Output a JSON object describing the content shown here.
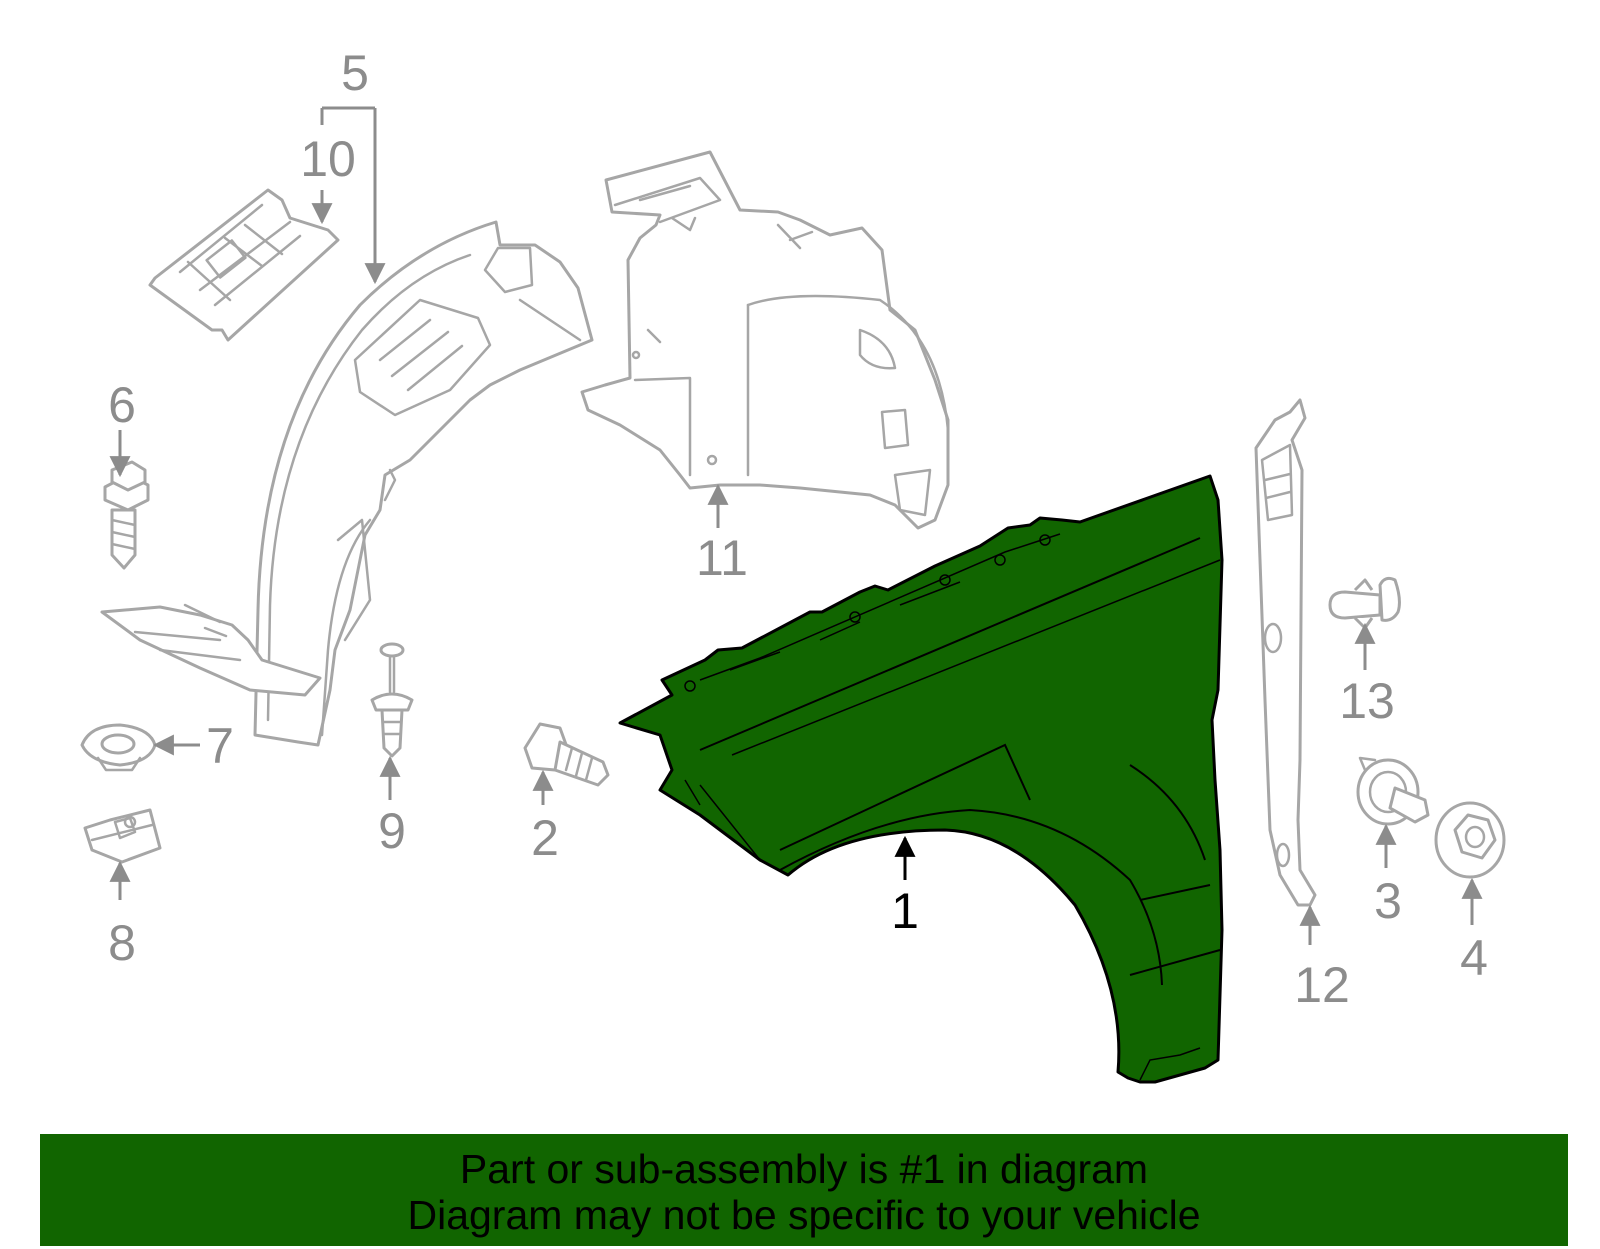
{
  "diagram": {
    "highlight_color": "#116500",
    "part_outline_color": "#a6a6a6",
    "callouts": {
      "c1": "1",
      "c2": "2",
      "c3": "3",
      "c4": "4",
      "c5": "5",
      "c6": "6",
      "c7": "7",
      "c8": "8",
      "c9": "9",
      "c10": "10",
      "c11": "11",
      "c12": "12",
      "c13": "13"
    }
  },
  "banner": {
    "line1": "Part or sub-assembly is #1 in diagram",
    "line2": "Diagram may not be specific to your vehicle",
    "background": "#116500"
  }
}
